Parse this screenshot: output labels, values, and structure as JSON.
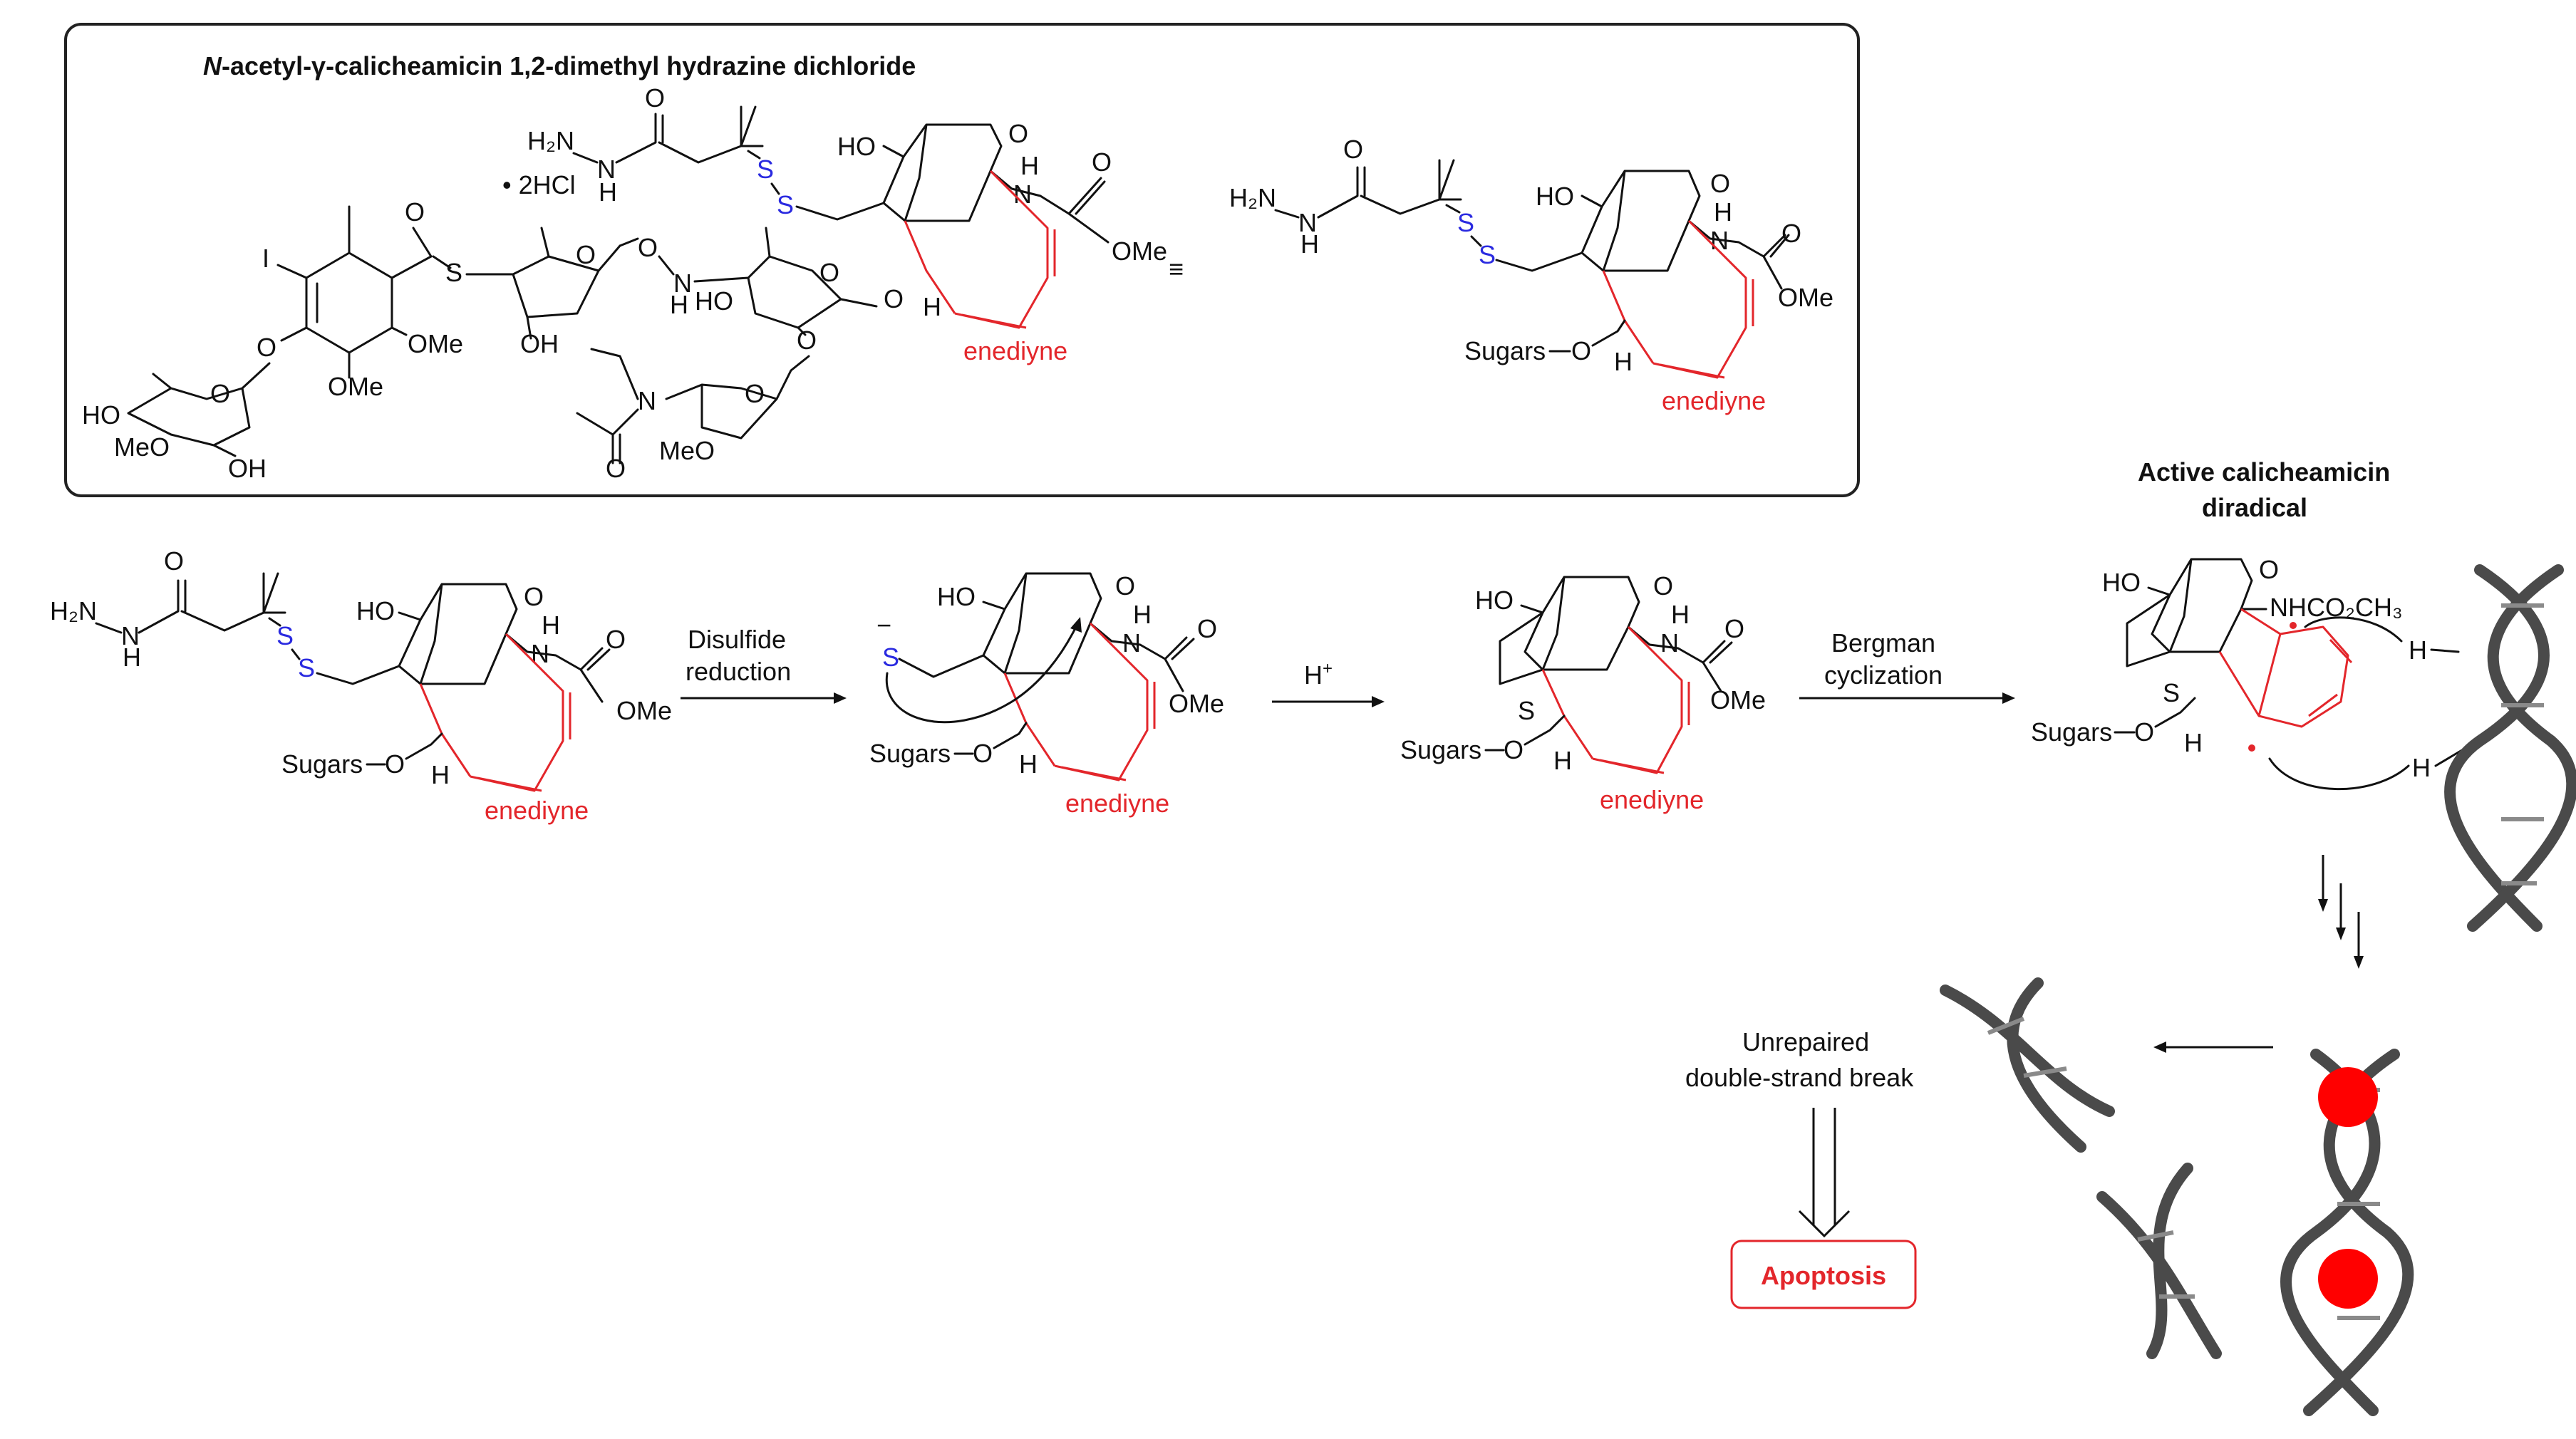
{
  "box": {
    "title_italic": "N",
    "title_rest": "-acetyl-γ-calicheamicin 1,2-dimethyl hydrazine dichloride",
    "salt": "• 2HCl",
    "labels": {
      "hydrazine_h2n": "H₂N",
      "hydrazine_n": "N",
      "hydrazine_h": "H",
      "o1": "O",
      "s1": "S",
      "s2": "S",
      "ho": "HO",
      "o_ketone": "O",
      "nh": "N",
      "nh_h": "H",
      "carbamate_o": "O",
      "ome_carb": "OMe",
      "iodo": "I",
      "thioester_o": "O",
      "thioester_s": "S",
      "ring_o1": "O",
      "oh": "OH",
      "ome1": "OMe",
      "ome2": "OMe",
      "aryl_o": "O",
      "ho_sugar": "HO",
      "meo_sugar": "MeO",
      "oh_sugar": "OH",
      "sugar_o": "O",
      "n_o": "O",
      "n_n": "N",
      "hn": "H",
      "ho2": "HO",
      "ring_o2": "O",
      "o_gly": "O",
      "o_link": "O",
      "h_stereo": "H",
      "n_acetyl": "N",
      "acetyl_o": "O",
      "meo2": "MeO",
      "ring_o3": "O"
    },
    "enediyne1": "enediyne",
    "equiv": "≡",
    "right": {
      "h2n": "H₂N",
      "n": "N",
      "h": "H",
      "o": "O",
      "s1": "S",
      "s2": "S",
      "ho": "HO",
      "o_ketone": "O",
      "n_carb": "N",
      "h_carb": "H",
      "o_carb": "O",
      "ome": "OMe",
      "sugars_o": "Sugars",
      "o_link": "O",
      "h_stereo": "H",
      "enediyne": "enediyne"
    }
  },
  "scheme": {
    "step1": {
      "h2n": "H₂N",
      "n": "N",
      "h": "H",
      "o": "O",
      "s1": "S",
      "s2": "S",
      "ho": "HO",
      "o_ketone": "O",
      "n_carb": "N",
      "h_carb": "H",
      "o_carb": "O",
      "ome": "OMe",
      "sugars": "Sugars",
      "o_link": "O",
      "h_stereo": "H",
      "enediyne": "enediyne"
    },
    "arrow1": {
      "line1": "Disulfide",
      "line2": "reduction"
    },
    "step2": {
      "minus": "−",
      "s": "S",
      "ho": "HO",
      "o_ketone": "O",
      "n_carb": "N",
      "h_carb": "H",
      "o_carb": "O",
      "ome": "OMe",
      "sugars": "Sugars",
      "o_link": "O",
      "h_stereo": "H",
      "enediyne": "enediyne"
    },
    "arrow2": {
      "label": "H",
      "sup": "+"
    },
    "step3": {
      "ho": "HO",
      "o_ketone": "O",
      "n_carb": "N",
      "h_carb": "H",
      "o_carb": "O",
      "ome": "OMe",
      "s": "S",
      "sugars": "Sugars",
      "o_link": "O",
      "h_stereo": "H",
      "enediyne": "enediyne"
    },
    "arrow3": {
      "line1": "Bergman",
      "line2": "cyclization"
    },
    "step4": {
      "title1": "Active calicheamicin",
      "title2": "diradical",
      "ho": "HO",
      "nhco2ch3": "NHCO₂CH₃",
      "o_ketone": "O",
      "s": "S",
      "sugars": "Sugars",
      "o_link": "O",
      "h_stereo": "H",
      "h_dna1": "H",
      "h_dna2": "H"
    },
    "bottom": {
      "unrepaired1": "Unrepaired",
      "unrepaired2": "double-strand break",
      "apoptosis": "Apoptosis"
    }
  },
  "colors": {
    "enediyne": "#e3262b",
    "sulfur": "#2a2ae0",
    "dna": "#4a4a4a",
    "damage": "#ff0000",
    "apoptosis_border": "#e3262b"
  }
}
